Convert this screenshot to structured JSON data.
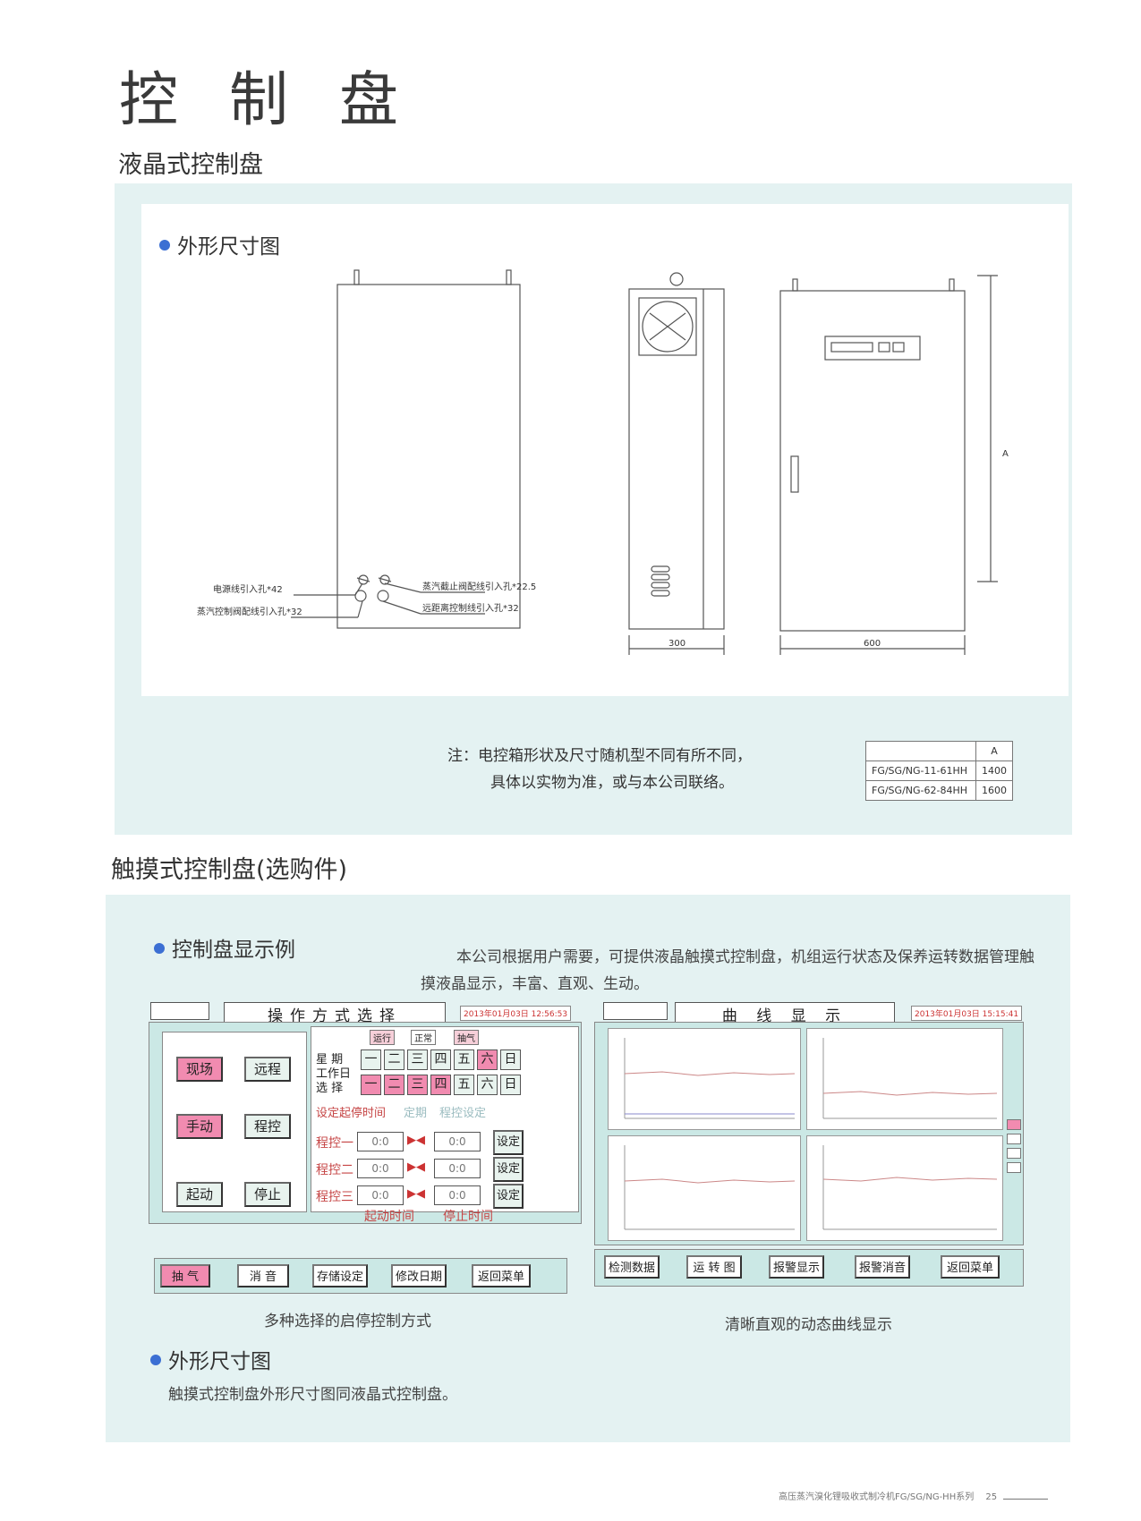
{
  "page_title": "控 制 盘",
  "section1": {
    "title": "液晶式控制盘",
    "bullet": "外形尺寸图",
    "callouts": {
      "power_hole": "电源线引入孔*42",
      "steam_ctrl_hole": "蒸汽控制阀配线引入孔*32",
      "steam_stop_hole": "蒸汽截止阀配线引入孔*22.5",
      "remote_hole": "远距离控制线引入孔*32"
    },
    "dimensions": {
      "depth": "300",
      "width": "600",
      "height_label": "A"
    },
    "note_line1": "注：电控箱形状及尺寸随机型不同有所不同，",
    "note_line2": "具体以实物为准，或与本公司联络。",
    "spec_table": {
      "header": [
        "",
        "A"
      ],
      "rows": [
        [
          "FG/SG/NG-11-61HH",
          "1400"
        ],
        [
          "FG/SG/NG-62-84HH",
          "1600"
        ]
      ]
    }
  },
  "section2": {
    "title": "触摸式控制盘(选购件)",
    "bullet1": "控制盘显示例",
    "desc": "本公司根据用户需要，可提供液晶触摸式控制盘，机组运行状态及保养运转数据管理触摸液晶显示，丰富、直观、生动。",
    "screen1": {
      "title": "操作方式选择",
      "timestamp": "2013年01月03日 12:56:53",
      "left_buttons": [
        "现场",
        "远程",
        "手动",
        "程控",
        "起动",
        "停止"
      ],
      "status_tags": [
        "运行",
        "正常",
        "抽气"
      ],
      "week_label": "星 期",
      "workday_label1": "工作日",
      "workday_label2": "选 择",
      "days": [
        "一",
        "二",
        "三",
        "四",
        "五",
        "六",
        "日"
      ],
      "schedule_header1": "设定起停时间",
      "schedule_header2": "定期",
      "schedule_header3": "程控设定",
      "programs": [
        {
          "label": "程控一",
          "start": "0:0",
          "stop": "0:0",
          "btn": "设定"
        },
        {
          "label": "程控二",
          "start": "0:0",
          "stop": "0:0",
          "btn": "设定"
        },
        {
          "label": "程控三",
          "start": "0:0",
          "stop": "0:0",
          "btn": "设定"
        }
      ],
      "start_time_label": "起动时间",
      "stop_time_label": "停止时间",
      "bottom_buttons": [
        "抽 气",
        "消 音",
        "存储设定",
        "修改日期",
        "返回菜单"
      ]
    },
    "caption1": "多种选择的启停控制方式",
    "screen2": {
      "title": "曲 线 显 示",
      "timestamp": "2013年01月03日 15:15:41",
      "bottom_buttons": [
        "检测数据",
        "运 转 图",
        "报警显示",
        "报警消音",
        "返回菜单"
      ]
    },
    "caption2": "清晰直观的动态曲线显示",
    "bullet2": "外形尺寸图",
    "bullet2_text": "触摸式控制盘外形尺寸图同液晶式控制盘。"
  },
  "footer": {
    "text": "高压蒸汽溴化锂吸收式制冷机FG/SG/NG-HH系列",
    "page": "25"
  },
  "colors": {
    "panel_bg": "#e4f2f2",
    "screen_bg": "#cbe8e5",
    "accent_red": "#f18bb0",
    "bullet_blue": "#3b6fd3"
  }
}
